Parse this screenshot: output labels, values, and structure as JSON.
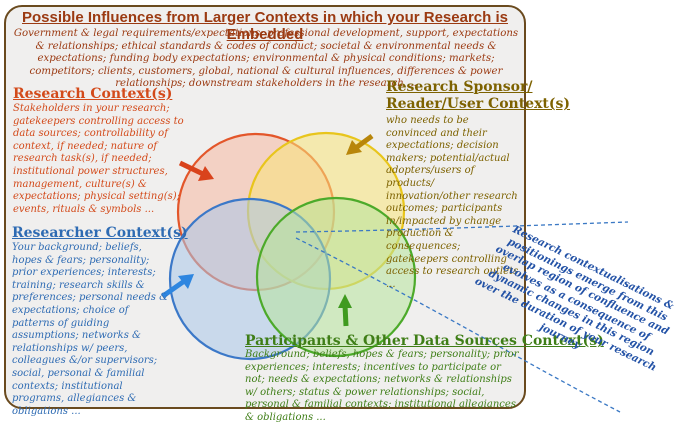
{
  "outer": {
    "title": "Possible Influences from Larger Contexts in which your Research is Embedded",
    "description": "Government & legal requirements/expectations; professional  development, support, expectations & relationships; ethical standards & codes of conduct; societal & environmental needs & expectations; funding body expectations; environmental & physical conditions; markets; competitors; clients, customers, global, national & cultural influences, differences & power relationships; downstream stakeholders in the research ..."
  },
  "research_context": {
    "title": "Research Context(s)",
    "description": "Stakeholders in your research; gatekeepers controlling access to data sources; controllability of context, if needed; nature of research task(s), if needed; institutional power structures, management, culture(s) & expectations; physical setting(s); events, rituals & symbols ..."
  },
  "sponsor_context": {
    "title_line1": "Research Sponsor/",
    "title_line2": "Reader/User Context(s)",
    "description": "who needs to be convinced and their expectations; decision makers; potential/actual adopters/users of products/ innovation/other research outcomes; participants in/impacted by change production & consequences; gatekeepers controlling access to research outlets ..."
  },
  "researcher_context": {
    "title": "Researcher Context(s)",
    "description": "Your background; beliefs, hopes & fears; personality; prior experiences; interests; training; research skills & preferences; personal needs & expectations; choice of patterns of guiding assumptions;  networks & relationships w/ peers, colleagues &/or supervisors; social, personal & familial contexts; institutional programs, allegiances & obligations ..."
  },
  "participants_context": {
    "title": "Participants & Other Data Sources Context(s)",
    "description": "Background; beliefs, hopes & fears; personality; prior experiences; interests; incentives to participate or not; needs & expectations; networks & relationships w/ others; status & power relationships; social, personal & familial contexts; institutional allegiances & obligations ..."
  },
  "overlap_note": "Research contextualisations & positionings emerge from this overlap region of confluence and evolves as a consequence of dynamic changes in this region over the duration of your research journey",
  "colors": {
    "research": "#e3562a",
    "sponsor": "#e8c51c",
    "researcher": "#3b78c8",
    "participants": "#4caa2a",
    "frame": "#6a4a1e",
    "note": "#2352a6"
  }
}
